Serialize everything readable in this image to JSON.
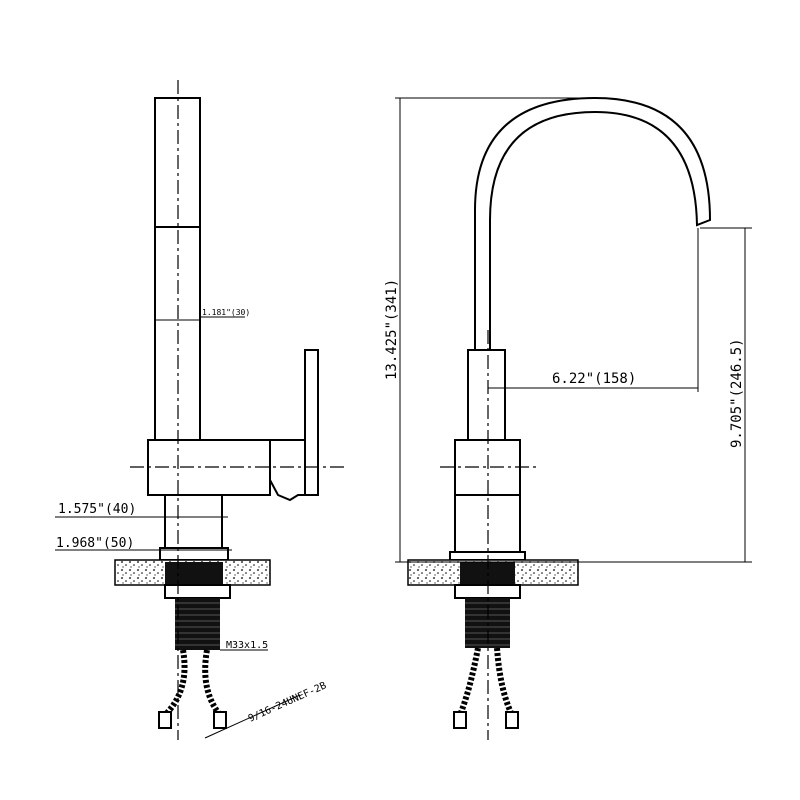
{
  "title": "Faucet dimension drawing",
  "dimensions": {
    "spout_width": "1.181\"(30)",
    "shank_diameter": "1.575\"(40)",
    "flange_diameter": "1.968\"(50)",
    "thread": "M33x1.5",
    "hose_thread": "9/16-24UNEF-2B",
    "total_height": "13.425\"(341)",
    "reach": "6.22\"(158)",
    "spout_height": "9.705\"(246.5)"
  }
}
